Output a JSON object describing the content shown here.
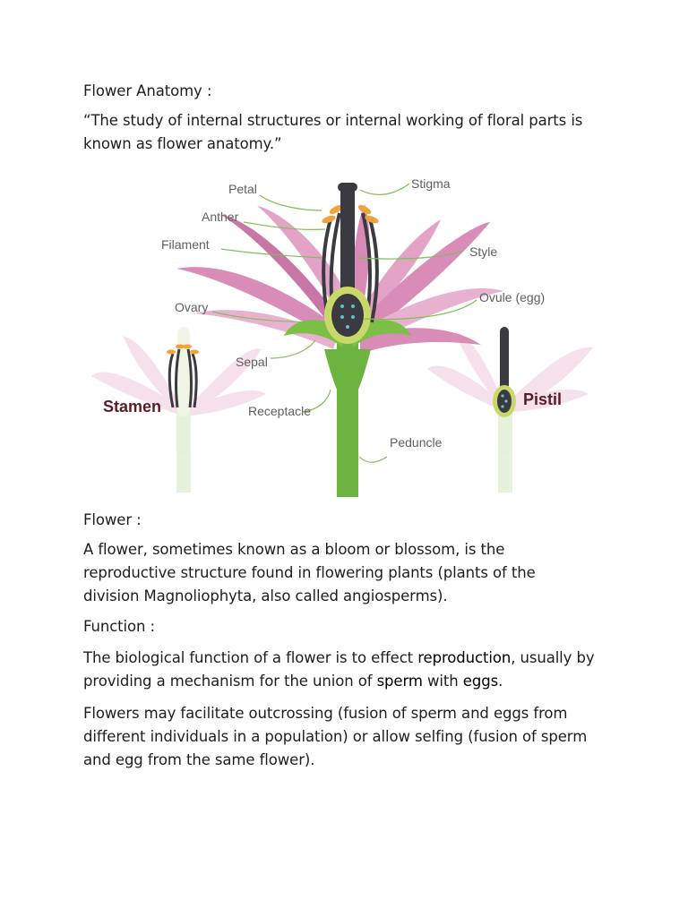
{
  "doc": {
    "title": "Flower Anatomy :",
    "quote_lines": [
      "“The study of internal structures or internal working of floral parts is",
      "known as flower anatomy.”"
    ],
    "flower_heading": "Flower :",
    "flower_lines": [
      "A flower, sometimes known as a bloom or blossom, is the",
      "reproductive structure found in flowering plants (plants of the",
      "division Magnoliophyta, also called angiosperms)."
    ],
    "function_heading": "Function :",
    "function_p1": {
      "l1_before": "The biological function of a flower is to effect ",
      "l1_kw": "reproduction",
      "l1_after": ", usually by",
      "l2_before": "providing a mechanism for the union of ",
      "l2_kw1": "sperm",
      "l2_mid": " with ",
      "l2_kw2": "eggs",
      "l2_after": "."
    },
    "function_p2_lines": [
      "Flowers may facilitate outcrossing (fusion of sperm and eggs from",
      "different individuals in a population) or allow selfing (fusion of sperm",
      "and egg from the same flower)."
    ]
  },
  "diagram": {
    "labels": {
      "petal": "Petal",
      "anther": "Anther",
      "filament": "Filament",
      "ovary": "Ovary",
      "sepal": "Sepal",
      "receptacle": "Receptacle",
      "stigma": "Stigma",
      "style": "Style",
      "ovule": "Ovule (egg)",
      "peduncle": "Peduncle",
      "stamen": "Stamen",
      "pistil": "Pistil"
    },
    "colors": {
      "petal": "#d98cb8",
      "petal_dark": "#b9608f",
      "stem": "#6db33f",
      "stem_light": "#9fd06a",
      "anther": "#f0a33a",
      "filament": "#3b3a40",
      "ovary": "#c9d86a",
      "label_line": "#7cbf55",
      "stamen_label": "#5a1d25"
    }
  }
}
